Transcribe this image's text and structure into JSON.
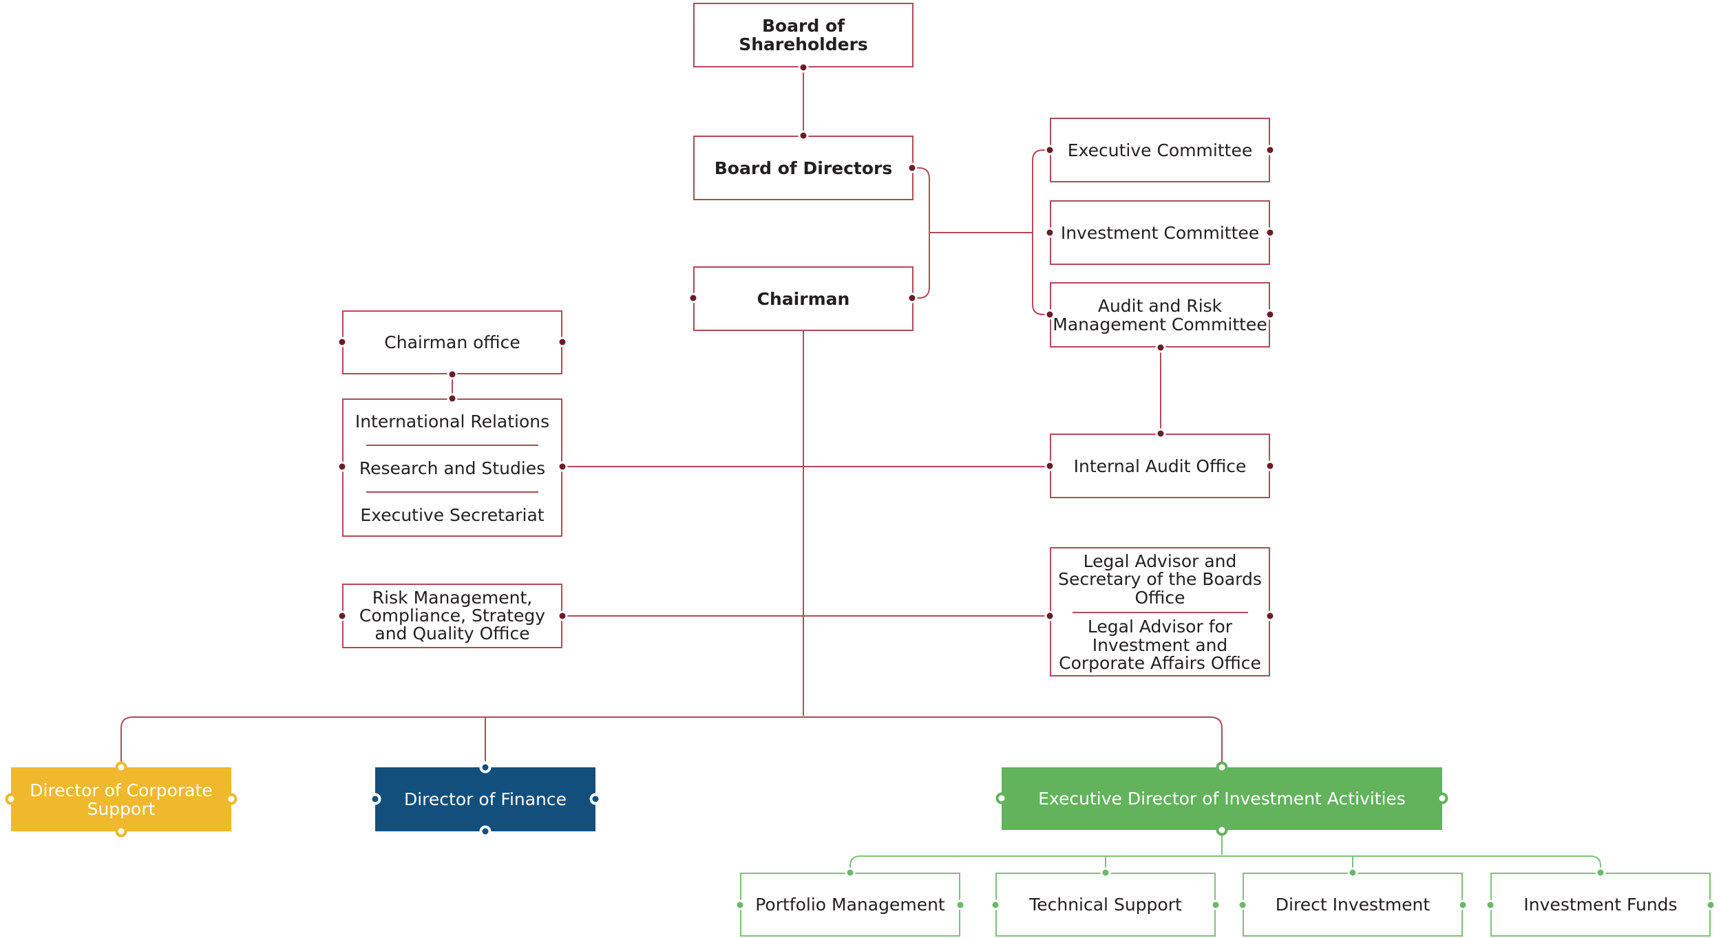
{
  "colors": {
    "line": "#b04a56",
    "dot": "#6b1d28",
    "corporate_support": "#f0b82d",
    "finance": "#134f7c",
    "investment": "#62b35c",
    "green_line": "#7dc07a"
  },
  "nodes": {
    "shareholders": "Board of Shareholders",
    "directors": "Board of Directors",
    "chairman": "Chairman",
    "executive_committee": "Executive Committee",
    "investment_committee": "Investment Committee",
    "audit_risk_committee": [
      "Audit and Risk",
      "Management Committee"
    ],
    "chairman_office": "Chairman office",
    "chairman_units": [
      "International Relations",
      "Research and Studies",
      "Executive Secretariat"
    ],
    "internal_audit": "Internal Audit Office",
    "risk_office": [
      "Risk Management,",
      "Compliance, Strategy",
      "and Quality Office"
    ],
    "legal_advisor_boards": [
      "Legal Advisor and",
      "Secretary of the Boards",
      "Office"
    ],
    "legal_advisor_investment": [
      "Legal Advisor for",
      "Investment and",
      "Corporate Affairs Office"
    ],
    "corporate_support": [
      "Director of Corporate",
      "Support"
    ],
    "finance": "Director of Finance",
    "investment_director": "Executive Director of Investment Activities",
    "portfolio": "Portfolio Management",
    "technical_support": "Technical Support",
    "direct_investment": "Direct Investment",
    "investment_funds": "Investment Funds"
  }
}
